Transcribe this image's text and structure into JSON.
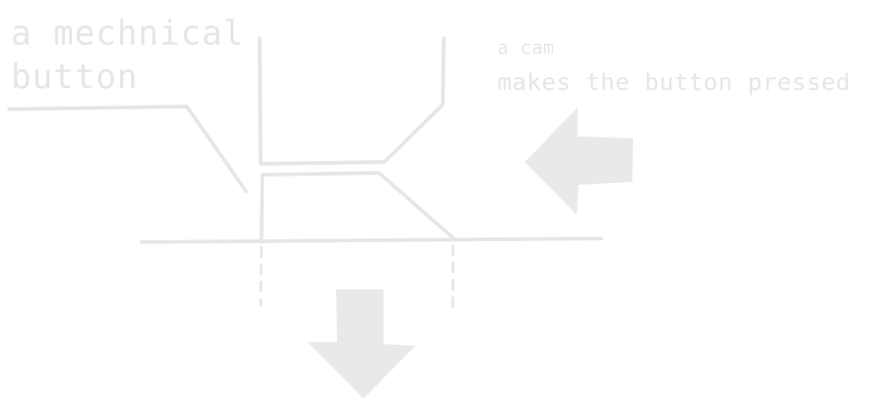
{
  "labels": {
    "button_line1": "a mechnical",
    "button_line2": "button",
    "cam_line1": "a cam",
    "cam_line2": "makes the button pressed"
  },
  "colors": {
    "stroke": "#e6e6e6",
    "arrow_fill": "#e9e9e9",
    "text": "#e6e6e6"
  },
  "icons": {
    "cam_arrow": "arrow-left-icon",
    "press_arrow": "arrow-down-icon"
  }
}
